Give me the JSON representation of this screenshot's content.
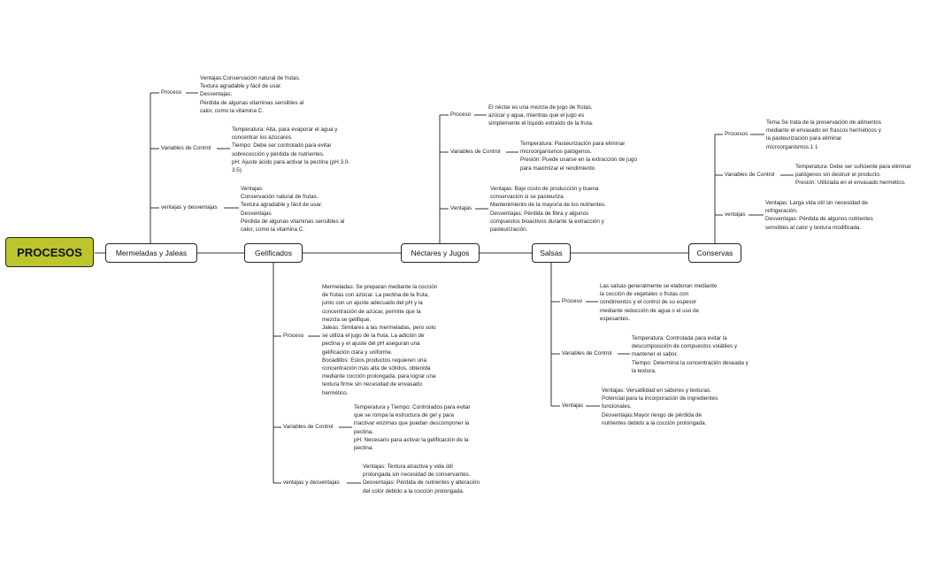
{
  "root": {
    "label": "PROCESOS",
    "color": "#bcc52e"
  },
  "topics": {
    "mermeladas": {
      "label": "Mermeladas y Jaleas",
      "proceso": {
        "label": "Proceso",
        "text": "Ventajas:Conservación natural de frutas.\nTextura agradable y fácil de usar.\nDesventajas:\nPérdida de algunas vitaminas sensibles al\ncalor, como la vitamina C."
      },
      "variables": {
        "label": "Variables de Control",
        "text": "Temperatura: Alta, para evaporar el agua y\nconcentrar los azúcares.\nTiempo: Debe ser controlado para evitar\nsobrecocción y pérdida de nutrientes.\npH: Ajuste ácido para activar la pectina (pH 3.0-\n3.5)."
      },
      "ventajas": {
        "label": "ventajas y desventajas",
        "text": "Ventajas\nConservación natural de frutas.\nTextura agradable y fácil de usar.\nDesventajas\nPérdida de algunas vitaminas sensibles al\ncalor, como la vitamina C."
      }
    },
    "gelificados": {
      "label": "Gelificados",
      "proceso": {
        "label": "Proceso",
        "text": "Mermeladas: Se preparan mediante la cocción\nde frutas con azúcar. La pectina de la fruta,\njunto con un ajuste adecuado del pH y la\nconcentración de azúcar, permite que la\nmezcla se gelifique.\nJaleas: Similares a las mermeladas, pero solo\nse utiliza el jugo de la fruta. La adición de\npectina y el ajuste del pH aseguran una\ngelificación clara y uniforme.\nBocadillos: Estos productos requieren una\nconcentración más alta de sólidos, obtenida\nmediante cocción prolongada, para lograr una\ntextura firme sin necesidad de envasado\nhermético."
      },
      "variables": {
        "label": "Variables de Control",
        "text": "Temperatura y Tiempo: Controlados para evitar\nque se rompa la estructura de gel y para\ninactivar enzimas que puedan descomponer la\npectina.\npH: Necesario para activar la gelificación de la\npectina."
      },
      "ventajas": {
        "label": "ventajas y desventajas",
        "text": "Ventajas: Textura atractiva y vida útil\nprolongada sin necesidad de conservantes.\nDesventajas: Pérdida de nutrientes y alteración\ndel color debido a la cocción prolongada."
      }
    },
    "nectares": {
      "label": "Néctares y Jugos",
      "proceso": {
        "label": "Proceso",
        "text": "El néctar es una mezcla de jugo de frutas,\nazúcar y agua, mientras que el jugo es\nsimplemente el líquido extraído de la fruta."
      },
      "variables": {
        "label": "Variables de Control",
        "text": "Temperatura: Pasteurización para eliminar\nmicroorganismos patógenos.\nPresión: Puede usarse en la extracción de jugo\npara maximizar el rendimiento"
      },
      "ventajas": {
        "label": "Ventajas",
        "text": "Ventajas: Bajo costo de producción y buena\nconservación si se pasteuriza.\nMantenimiento de la mayoría de los nutrientes.\nDesventajas: Pérdida de fibra y algunos\ncompuestos bioactivos durante la extracción y\npasteurización."
      }
    },
    "salsas": {
      "label": "Salsas",
      "proceso": {
        "label": "Proceso",
        "text": "Las salsas generalmente se elaboran mediante\nla cocción de vegetales o frutas con\ncondimentos y el control de su espesor\nmediante reducción de agua o el uso de\nespesantes."
      },
      "variables": {
        "label": "Variables de Control",
        "text": "Temperatura: Controlada para evitar la\ndescomposición de compuestos volátiles y\nmantener el sabor.\nTiempo: Determina la concentración deseada y\nla textura."
      },
      "ventajas": {
        "label": "Ventajas",
        "text": "Ventajas: Versatilidad en sabores y texturas.\nPotencial para la incorporación de ingredientes\nfuncionales.\nDesventajas:Mayor riesgo de pérdida de\nnutrientes debido a la cocción prolongada."
      }
    },
    "conservas": {
      "label": "Conservas",
      "proceso": {
        "label": "Procesos",
        "text": "Tema Se trata de la preservación de alimentos\nmediante el envasado en frascos herméticos y\nla pasteurización para eliminar\nmicroorganismos.1 1"
      },
      "variables": {
        "label": "Variables de Control",
        "text": "Temperatura: Debe ser suficiente para eliminar\npatógenos sin destruir el producto.\nPresión: Utilizada en el envasado hermético."
      },
      "ventajas": {
        "label": "ventajas",
        "text": "Ventajas: Larga vida útil sin necesidad de\nrefrigeración.\nDesventajas: Pérdida de algunos nutrientes\nsensibles al calor y textura modificada."
      }
    }
  }
}
